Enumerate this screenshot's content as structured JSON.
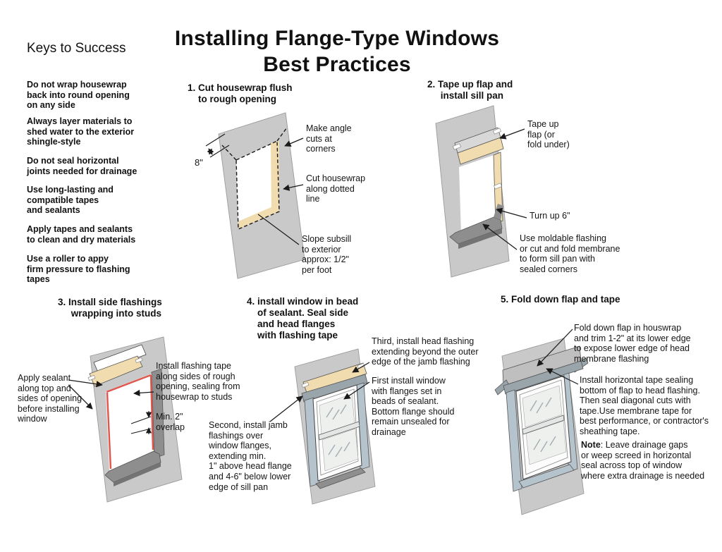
{
  "title": {
    "line1": "Installing Flange-Type Windows",
    "line2": "Best Practices"
  },
  "keys": {
    "heading": "Keys to Success",
    "items": [
      "Do not wrap housewrap\nback into round opening\non any side",
      "Always layer materials to\nshed water to the exterior\nshingle-style",
      "Do not seal horizontal\njoints needed for drainage",
      "Use long-lasting and\ncompatible tapes\nand sealants",
      "Apply tapes and sealants\nto clean and dry materials",
      "Use a roller to appy\nfirm pressure to flashing\ntapes"
    ]
  },
  "steps": [
    {
      "heading": "1. Cut housewrap flush\n    to rough opening",
      "dimension": "8\"",
      "annotations": [
        "Make angle\ncuts at\ncorners",
        "Cut housewrap\nalong dotted\nline",
        "Slope subsill\nto exterior\napprox: 1/2\"\nper foot"
      ]
    },
    {
      "heading": "2. Tape up flap and\n     install sill pan",
      "annotations": [
        "Tape up\nflap (or\nfold under)",
        "Turn up 6\"",
        "Use moldable flashing\nor cut and fold membrane\nto form sill pan with\nsealed corners"
      ]
    },
    {
      "heading": "3. Install side flashings\n     wrapping into studs",
      "annotations": [
        "Apply sealant\nalong top and\nsides of opening\nbefore installing\nwindow",
        "Install flashing tape\nalong sides of rough\nopening, sealing from\nhousewrap to studs",
        "Min. 2\"\noverlap"
      ]
    },
    {
      "heading": "4. install window in bead\n    of sealant. Seal side\n    and head flanges\n    with flashing tape",
      "annotations": [
        "Third, install head flashing\nextending beyond the outer\nedge of the jamb flashing",
        "First install window\nwith flanges set in\nbeads of sealant.\nBottom flange should\nremain unsealed for\ndrainage",
        "Second, install jamb\nflashings over\nwindow flanges,\nextending min.\n1\" above head flange\nand 4-6\" below lower\nedge of sill pan"
      ]
    },
    {
      "heading": "5. Fold down flap and tape",
      "annotations": [
        "Fold down flap in houswrap\nand trim 1-2\" at its lower edge\nto expose lower edge of head\nmembrane flashing",
        "Install horizontal tape sealing\nbottom of flap to head flashing.\nThen seal diagonal cuts with\ntape.Use membrane tape for\nbest performance, or contractor's\nsheathing tape."
      ],
      "note_label": "Note",
      "note_text": ": Leave drainage gaps\nor weep screed in horizontal\nseal across top of window\nwhere extra drainage is needed"
    }
  ],
  "colors": {
    "wall": "#c9c9c9",
    "flap_tan": "#f0dcae",
    "tape_gray": "#d8d8d8",
    "sill_pan": "#8e8e8e",
    "sill_pan_dark": "#747474",
    "sealant_red": "#e0564c",
    "jamb_flashing": "#b5c3cd",
    "head_flashing": "#9aa5ab",
    "line": "#1a1a1a"
  }
}
